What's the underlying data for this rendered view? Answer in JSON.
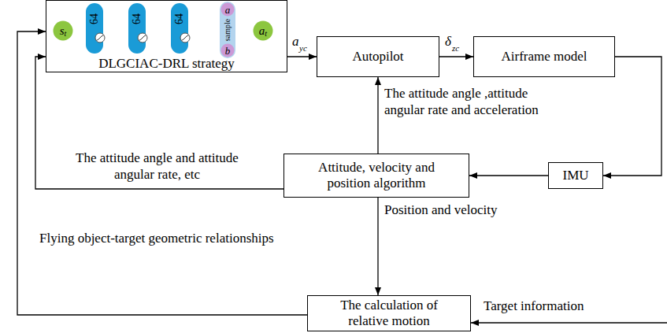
{
  "diagram": {
    "nodes": [
      {
        "text": [
          "DLGCIAC-DRL strategy"
        ]
      },
      {
        "text": [
          "s",
          "t"
        ],
        "in": 0
      },
      {
        "text": [
          "64"
        ],
        "in": 0
      },
      {
        "text": [
          "64"
        ],
        "in": 0
      },
      {
        "text": [
          "64"
        ],
        "in": 0
      },
      {
        "text": [
          "sample"
        ],
        "in": 0
      },
      {
        "text": [
          "a"
        ],
        "in": 5
      },
      {
        "text": [
          "b"
        ],
        "in": 5
      },
      {
        "text": [
          "a",
          "t"
        ],
        "in": 0
      },
      {
        "text": [
          "Autopilot"
        ]
      },
      {
        "text": [
          "Airframe model"
        ]
      },
      {
        "text": [
          "Attitude, velocity and position algorithm"
        ]
      },
      {
        "text": [
          "IMU"
        ]
      },
      {
        "text": [
          "The calculation of relative motion"
        ]
      }
    ],
    "edges": [
      {
        "from": 0,
        "to": 9,
        "arrow": "to"
      },
      {
        "from": 9,
        "to": 10,
        "arrow": "to"
      },
      {
        "from": 10,
        "to": 12,
        "arrow": "to"
      },
      {
        "from": 12,
        "to": 11,
        "arrow": "to"
      },
      {
        "from": 11,
        "to": 9,
        "arrow": "to",
        "label": "The attitude angle ,attitude angular rate and acceleration"
      },
      {
        "from": 11,
        "to": 0,
        "arrow": "to",
        "label": "The attitude angle and attitude angular rate, etc"
      },
      {
        "from": 11,
        "to": 13,
        "arrow": "to",
        "label": "Position and velocity"
      },
      {
        "from": 13,
        "to": 0,
        "arrow": "to",
        "label": "Flying object-target geometric relationships"
      }
    ],
    "labels": [
      "a",
      "yc",
      "δ",
      "zc",
      "Target information"
    ]
  }
}
